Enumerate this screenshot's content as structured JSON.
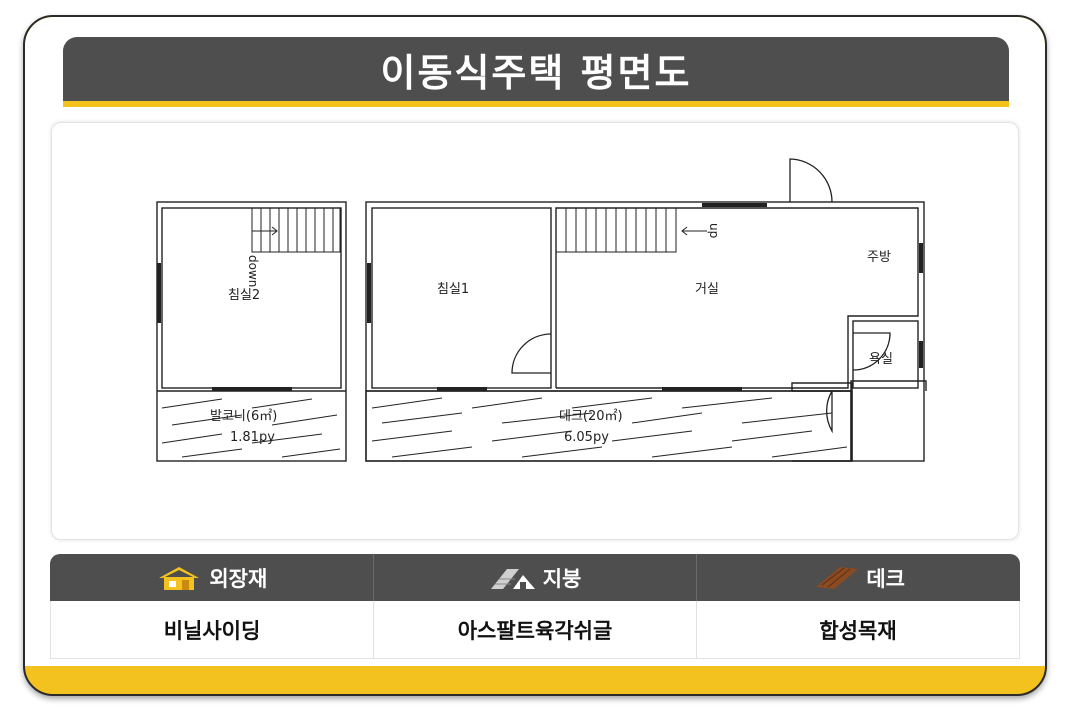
{
  "title": "이동식주택 평면도",
  "plan": {
    "rooms": {
      "bedroom2": "침실2",
      "bedroom1": "침실1",
      "living": "거실",
      "kitchen": "주방",
      "bath": "욕실"
    },
    "stairs": {
      "down": "down",
      "up": "up"
    },
    "balcony": {
      "name": "발코니(6㎡)",
      "area_py": "1.81py"
    },
    "deck": {
      "name": "데크(20㎡)",
      "area_py": "6.05py"
    }
  },
  "specs": [
    {
      "header": "외장재",
      "icon": "house-icon",
      "value": "비닐사이딩"
    },
    {
      "header": "지붕",
      "icon": "roof-shingle-icon",
      "value": "아스팔트육각쉬글"
    },
    {
      "header": "데크",
      "icon": "wood-plank-icon",
      "value": "합성목재"
    }
  ],
  "colors": {
    "accent": "#f4c21f",
    "header_bg": "#4e4e4e",
    "line": "#222222"
  }
}
